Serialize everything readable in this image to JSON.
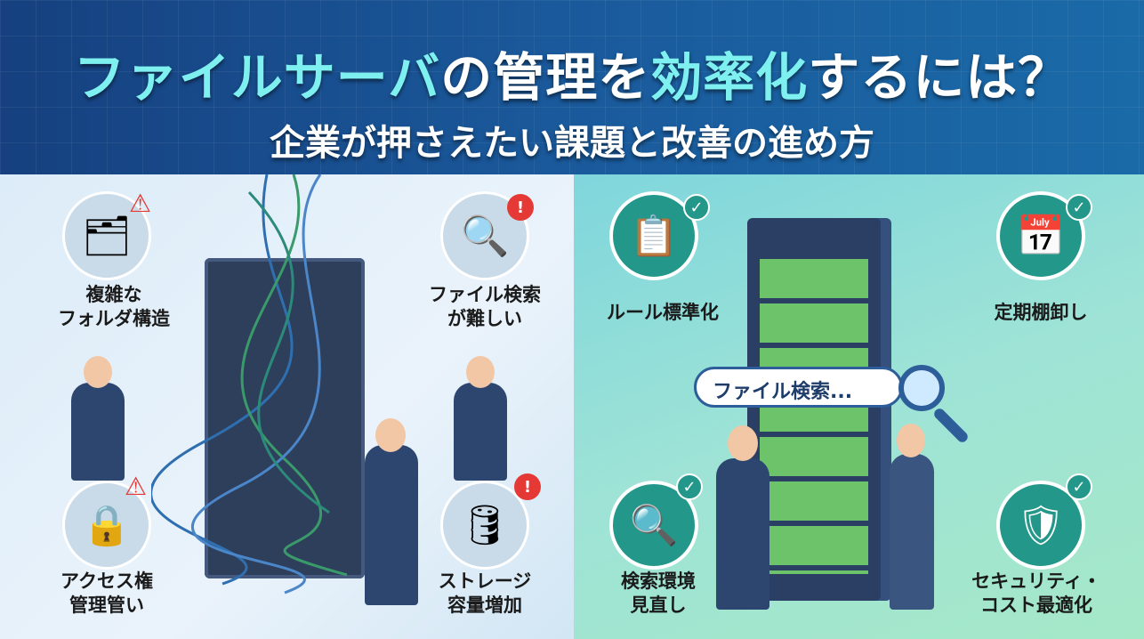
{
  "header": {
    "title_parts": [
      "ファイルサーバ",
      "の管理を",
      "効率化",
      "するには？"
    ],
    "subtitle": "企業が押さえたい課題と改善の進め方"
  },
  "problems": [
    {
      "line1": "複雑な",
      "line2": "フォルダ構造",
      "icon": "folder-tree-icon"
    },
    {
      "line1": "ファイル検索",
      "line2": "が難しい",
      "icon": "document-search-icon"
    },
    {
      "line1": "アクセス権",
      "line2": "管理管い",
      "icon": "padlock-icon"
    },
    {
      "line1": "ストレージ",
      "line2": "容量増加",
      "icon": "database-icon"
    }
  ],
  "solutions": [
    {
      "line1": "ルール標準化",
      "line2": "",
      "icon": "clipboard-checklist-icon"
    },
    {
      "line1": "定期棚卸し",
      "line2": "",
      "icon": "calendar-clock-icon"
    },
    {
      "line1": "検索環境",
      "line2": "見直し",
      "icon": "magnifier-icon"
    },
    {
      "line1": "セキュリティ・",
      "line2": "コスト最適化",
      "icon": "shield-lock-icon"
    }
  ],
  "search": {
    "placeholder": "ファイル検索..."
  },
  "colors": {
    "header": "#16407f",
    "accent": "#7ff0f0",
    "warning": "#e53935",
    "check": "#23978a"
  }
}
